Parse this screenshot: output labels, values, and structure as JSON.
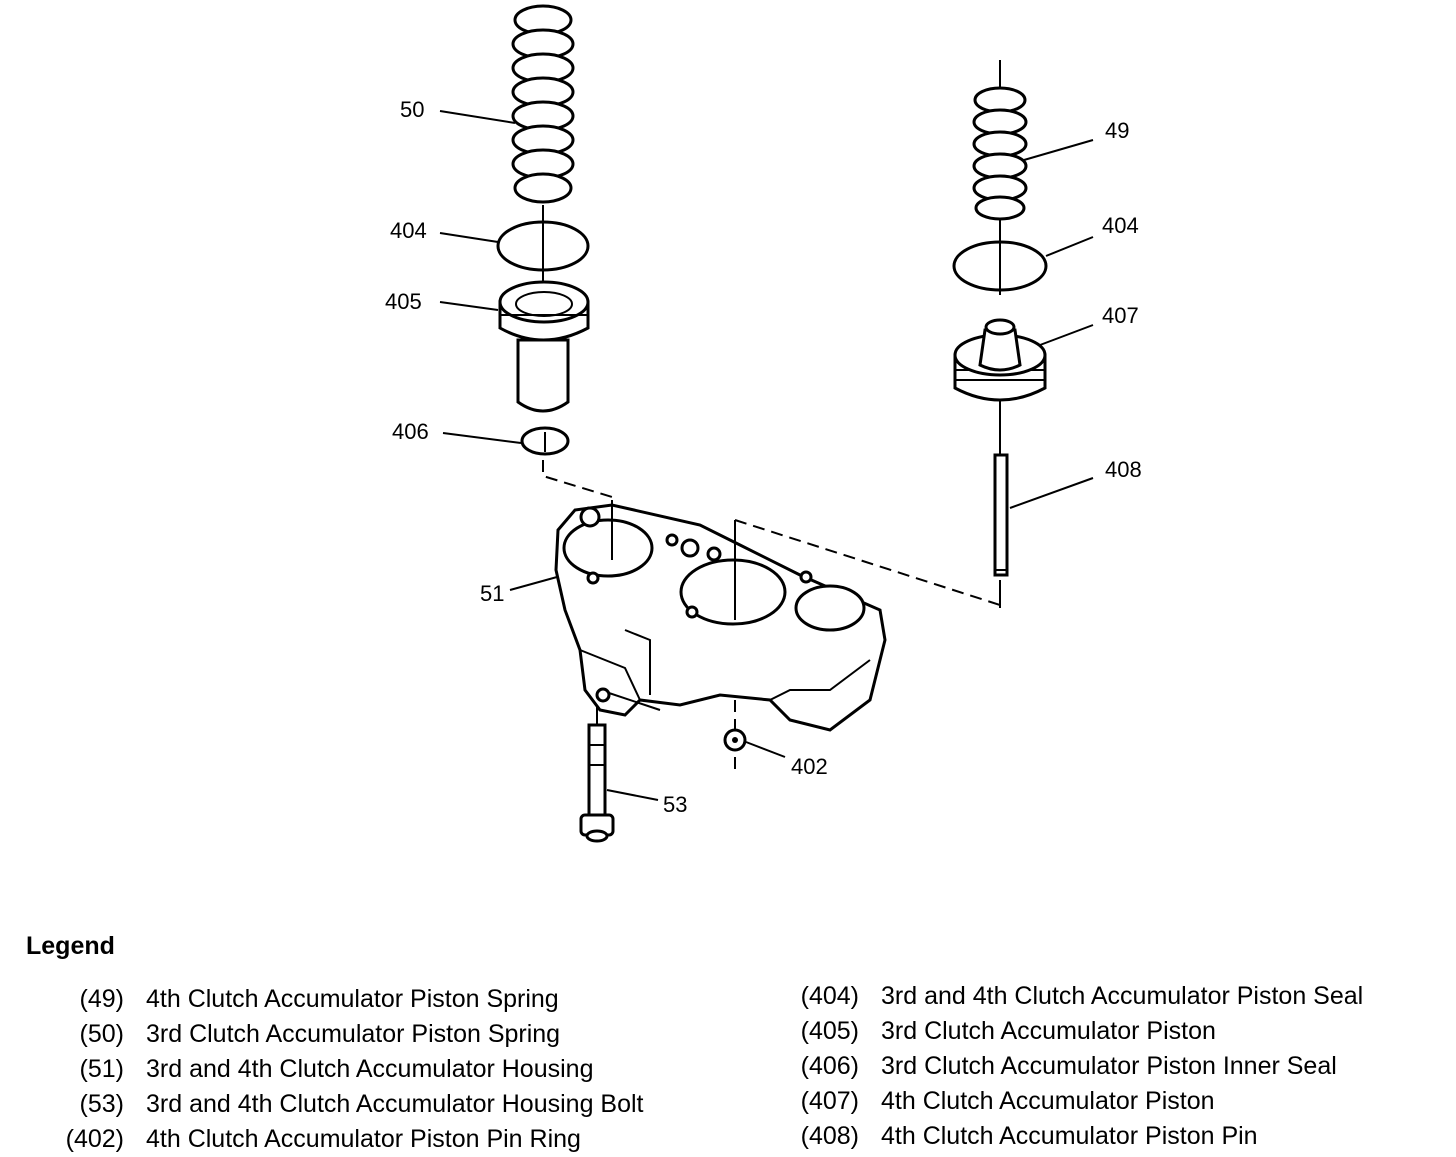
{
  "callouts": {
    "c50": "50",
    "c404a": "404",
    "c405": "405",
    "c406": "406",
    "c49": "49",
    "c404b": "404",
    "c407": "407",
    "c408": "408",
    "c51": "51",
    "c402": "402",
    "c53": "53"
  },
  "legend": {
    "title": "Legend",
    "left": [
      {
        "num": "(49)",
        "desc": "4th Clutch Accumulator Piston Spring"
      },
      {
        "num": "(50)",
        "desc": "3rd Clutch Accumulator Piston Spring"
      },
      {
        "num": "(51)",
        "desc": "3rd and 4th Clutch Accumulator Housing"
      },
      {
        "num": "(53)",
        "desc": "3rd and 4th Clutch Accumulator Housing Bolt"
      },
      {
        "num": "(402)",
        "desc": "4th Clutch Accumulator Piston Pin Ring"
      }
    ],
    "right": [
      {
        "num": "(404)",
        "desc": "3rd and 4th Clutch Accumulator Piston Seal"
      },
      {
        "num": "(405)",
        "desc": "3rd Clutch Accumulator Piston"
      },
      {
        "num": "(406)",
        "desc": "3rd Clutch Accumulator Piston Inner Seal"
      },
      {
        "num": "(407)",
        "desc": "4th Clutch Accumulator Piston"
      },
      {
        "num": "(408)",
        "desc": "4th Clutch Accumulator Piston Pin"
      }
    ]
  }
}
